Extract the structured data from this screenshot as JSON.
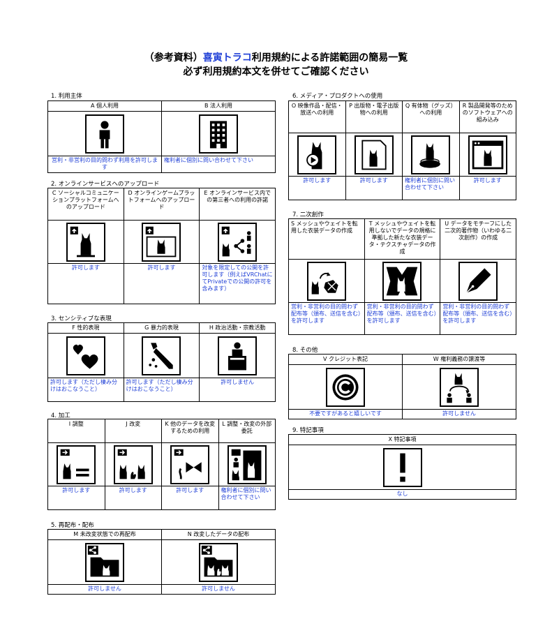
{
  "header": {
    "line1_prefix": "（参考資料）",
    "line1_brand": "喜寅トラコ",
    "line1_suffix": "利用規約による許諾範囲の簡易一覧",
    "line2": "必ず利用規約本文を併せてご確認ください"
  },
  "sections": {
    "s1": {
      "title": "1. 利用主体",
      "items": [
        {
          "header": "A 個人利用",
          "result": "営利・非営利の目的問わず利用を許可します",
          "icon": "person-icon"
        },
        {
          "header": "B 法人利用",
          "result": "権利者に個別に問い合わせて下さい",
          "icon": "building-icon"
        }
      ]
    },
    "s2": {
      "title": "2. オンラインサービスへのアップロード",
      "items": [
        {
          "header": "C ソーシャルコミュニケーションプラットフォームへのアップロード",
          "result": "許可します",
          "icon": "upload-avatar-icon"
        },
        {
          "header": "D オンラインゲームプラットフォームへのアップロード",
          "result": "許可します",
          "icon": "upload-game-icon"
        },
        {
          "header": "E オンラインサービス内での第三者への利用の許諾",
          "result": "対象を限定しての公開を許可します（例えばVRChatにてPrivateでの公開の許可を含みます）",
          "icon": "share-third-party-icon"
        }
      ]
    },
    "s3": {
      "title": "3. センシティブな表現",
      "items": [
        {
          "header": "F 性的表現",
          "result": "許可します（ただし棲み分けはおこなうこと）",
          "icon": "hearts-icon"
        },
        {
          "header": "G 暴力的表現",
          "result": "許可します（ただし棲み分けはおこなうこと）",
          "icon": "knife-icon"
        },
        {
          "header": "H 政治活動・宗教活動",
          "result": "許可しません",
          "icon": "podium-icon"
        }
      ]
    },
    "s4": {
      "title": "4. 加工",
      "items": [
        {
          "header": "I 調整",
          "result": "許可します",
          "icon": "adjust-icon"
        },
        {
          "header": "J 改変",
          "result": "許可します",
          "icon": "modify-icon"
        },
        {
          "header": "K 他のデータを改変するための利用",
          "result": "許可します",
          "icon": "material-icon"
        },
        {
          "header": "L 調整・改変の外部委託",
          "result": "権利者に個別に問い合わせて下さい",
          "icon": "outsource-icon"
        }
      ]
    },
    "s5": {
      "title": "5. 再配布・配布",
      "items": [
        {
          "header": "M 未改変状態での再配布",
          "result": "許可しません",
          "icon": "redistribute-icon"
        },
        {
          "header": "N 改変したデータの配布",
          "result": "許可しません",
          "icon": "distribute-modified-icon"
        }
      ]
    },
    "s6": {
      "title": "6. メディア・プロダクトへの使用",
      "items": [
        {
          "header": "O 映像作品・配信・放送への利用",
          "result": "許可します",
          "icon": "video-icon"
        },
        {
          "header": "P 出版物・電子出版物への利用",
          "result": "許可します",
          "icon": "publication-icon"
        },
        {
          "header": "Q 有体物（グッズ）への利用",
          "result": "権利者に個別に問い合わせて下さい",
          "icon": "goods-icon"
        },
        {
          "header": "R 製品開発等のためのソフトウェアへの組み込み",
          "result": "許可します",
          "icon": "software-icon"
        }
      ]
    },
    "s7": {
      "title": "7. 二次創作",
      "items": [
        {
          "header": "S メッシュやウェイトを転用した衣装データの作成",
          "result": "営利・非営利の目的問わず配布等（頒布、送信を含む）を許可します",
          "icon": "mesh-transfer-icon"
        },
        {
          "header": "T メッシュやウェイトを転用しないでデータの規格に準拠した新たな衣装データ・テクスチャデータの作成",
          "result": "営利・非営利の目的問わず配布等（頒布、送信を含む）を許可します",
          "icon": "new-costume-icon"
        },
        {
          "header": "U データをモチーフにした二次的著作物（いわゆる二次創作）の作成",
          "result": "営利・非営利の目的問わず配布等（頒布、送信を含む）を許可します",
          "icon": "pen-icon"
        }
      ]
    },
    "s8": {
      "title": "8. その他",
      "items": [
        {
          "header": "V クレジット表記",
          "result": "不要ですがあると嬉しいです",
          "icon": "copyright-icon"
        },
        {
          "header": "W 権利義務の譲渡等",
          "result": "許可しません",
          "icon": "transfer-rights-icon"
        }
      ]
    },
    "s9": {
      "title": "9. 特記事項",
      "items": [
        {
          "header": "X 特記事項",
          "result": "なし",
          "icon": "exclamation-icon"
        }
      ]
    }
  }
}
